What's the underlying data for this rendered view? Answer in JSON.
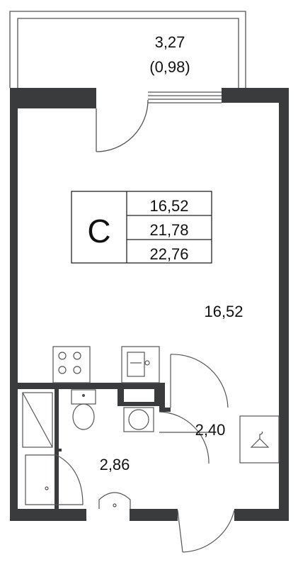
{
  "balcony": {
    "area": "3,27",
    "area_reduced": "(0,98)"
  },
  "legend": {
    "type_letter": "С",
    "values": [
      "16,52",
      "21,78",
      "22,76"
    ]
  },
  "rooms": {
    "living": "16,52",
    "hall": "2,40",
    "bathroom": "2,86"
  },
  "colors": {
    "wall": "#3a3b3d",
    "line": "#555555",
    "background": "#ffffff"
  },
  "icons": [
    "stove-icon",
    "sink-icon",
    "toilet-icon",
    "washing-machine-icon",
    "shower-icon",
    "washbasin-icon",
    "hanger-icon"
  ]
}
